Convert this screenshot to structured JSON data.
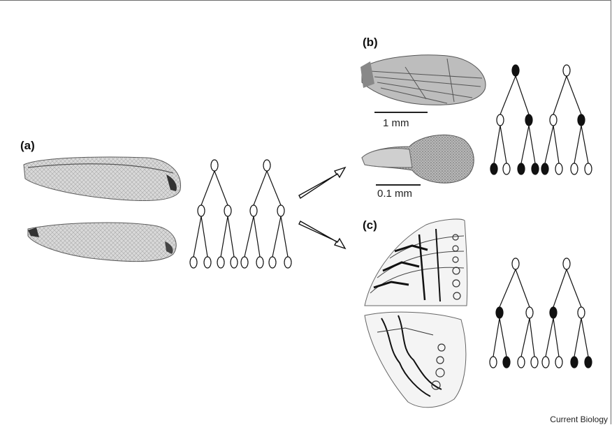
{
  "figure": {
    "panels": [
      {
        "id": "a",
        "label": "(a)"
      },
      {
        "id": "b",
        "label": "(b)"
      },
      {
        "id": "c",
        "label": "(c)"
      }
    ],
    "scale_bars": [
      {
        "panel": "b",
        "label": "1 mm"
      },
      {
        "panel": "b",
        "label": "0.1 mm"
      }
    ],
    "credit": "Current Biology",
    "trees": {
      "a": [
        [
          0,
          0,
          0,
          0,
          0,
          0,
          0
        ],
        [
          0,
          0,
          0,
          0,
          0,
          0,
          0
        ]
      ],
      "b": [
        [
          1,
          0,
          1,
          1,
          0,
          1,
          1
        ],
        [
          0,
          0,
          1,
          1,
          0,
          0,
          0
        ]
      ],
      "c": [
        [
          0,
          1,
          0,
          0,
          1,
          0,
          0
        ],
        [
          0,
          1,
          0,
          0,
          0,
          1,
          1
        ]
      ]
    },
    "colors": {
      "filled_node": "#111111",
      "empty_node": "#ffffff",
      "line": "#111111"
    }
  }
}
